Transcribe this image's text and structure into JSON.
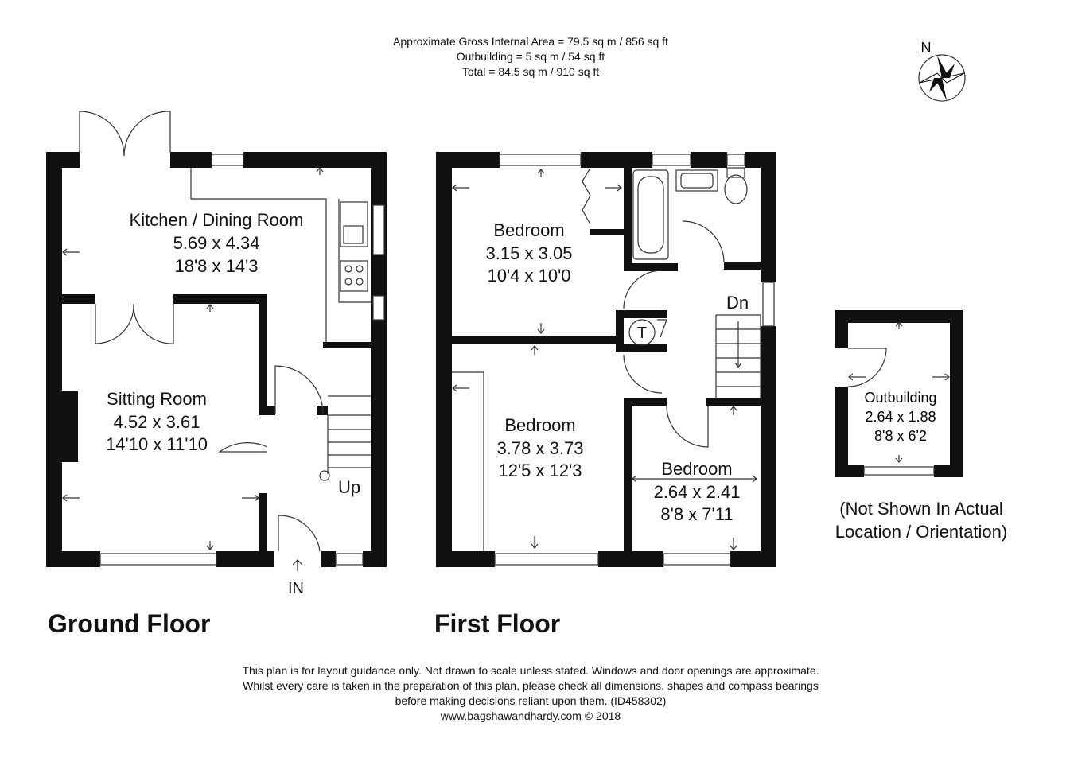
{
  "header": {
    "line1": "Approximate Gross Internal Area = 79.5 sq m / 856 sq ft",
    "line2": "Outbuilding = 5 sq m / 54 sq ft",
    "line3": "Total = 84.5 sq m / 910 sq ft"
  },
  "compass": {
    "label": "N",
    "icon": "compass-rose-icon"
  },
  "ground_floor": {
    "title": "Ground Floor",
    "kitchen": {
      "name": "Kitchen / Dining Room",
      "metric": "5.69 x 4.34",
      "imperial": "18'8 x 14'3"
    },
    "sitting": {
      "name": "Sitting Room",
      "metric": "4.52 x 3.61",
      "imperial": "14'10 x 11'10"
    },
    "stairs_label": "Up",
    "entrance_label": "IN"
  },
  "first_floor": {
    "title": "First Floor",
    "bedroom1": {
      "name": "Bedroom",
      "metric": "3.15 x 3.05",
      "imperial": "10'4 x 10'0"
    },
    "bedroom2": {
      "name": "Bedroom",
      "metric": "3.78 x 3.73",
      "imperial": "12'5 x 12'3"
    },
    "bedroom3": {
      "name": "Bedroom",
      "metric": "2.64 x 2.41",
      "imperial": "8'8 x 7'11"
    },
    "stairs_label": "Dn",
    "tank_label": "T"
  },
  "outbuilding": {
    "name": "Outbuilding",
    "metric": "2.64 x 1.88",
    "imperial": "8'8 x 6'2",
    "note1": "(Not Shown In Actual",
    "note2": "Location / Orientation)"
  },
  "footer": {
    "line1": "This plan is for layout guidance only. Not drawn to scale unless stated. Windows and door openings are approximate.",
    "line2": "Whilst every care is taken in the preparation of this plan, please check all dimensions, shapes and compass bearings",
    "line3": "before making decisions reliant upon them. (ID458302)",
    "line4": "www.bagshawandhardy.com © 2018"
  }
}
